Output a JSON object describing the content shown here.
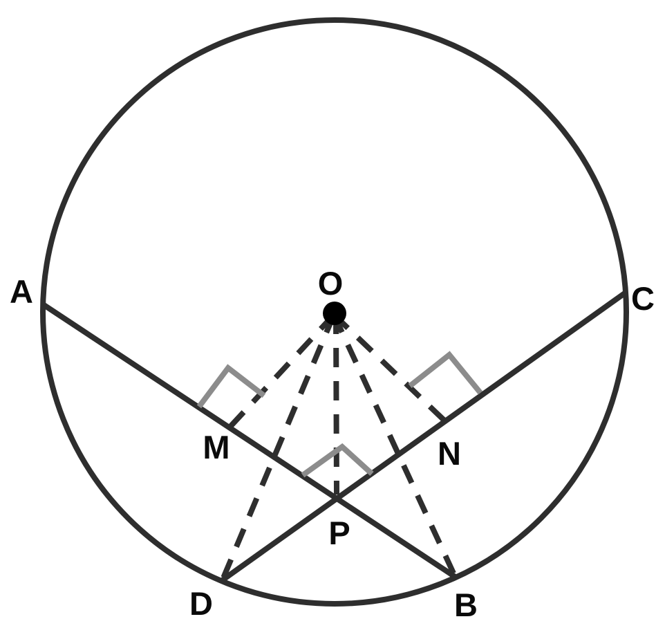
{
  "diagram": {
    "description": "Circle with centre O; chords AB and CD intersect at P; dashed segments OM, OD, OP, OB, ON drawn from the centre; right-angle marks at M (on AB), N (on CD) and at P",
    "labels": {
      "A": "A",
      "B": "B",
      "C": "C",
      "D": "D",
      "M": "M",
      "N": "N",
      "O": "O",
      "P": "P"
    }
  },
  "colors": {
    "line": "#2e2e2e",
    "angle_mark": "#8c8c8c",
    "dot": "#000000",
    "label": "#0a0a0a",
    "background": "#ffffff"
  }
}
